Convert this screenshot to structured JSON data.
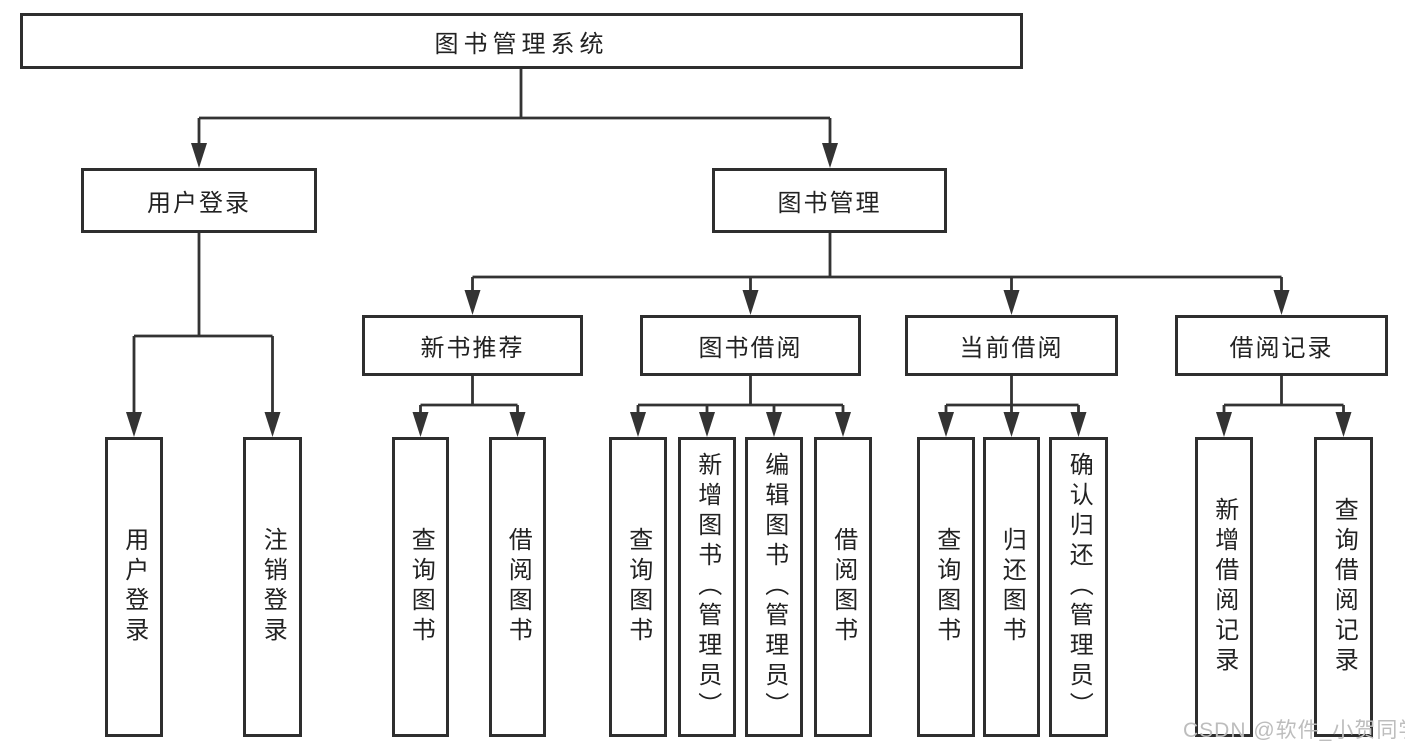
{
  "diagram": {
    "root": {
      "label": "图书管理系统"
    },
    "branches": [
      {
        "label": "用户登录",
        "children": [
          "用户登录",
          "注销登录"
        ]
      },
      {
        "label": "图书管理",
        "sections": [
          {
            "label": "新书推荐",
            "children": [
              "查询图书",
              "借阅图书"
            ]
          },
          {
            "label": "图书借阅",
            "children": [
              "查询图书",
              "新增图书（管理员）",
              "编辑图书（管理员）",
              "借阅图书"
            ]
          },
          {
            "label": "当前借阅",
            "children": [
              "查询图书",
              "归还图书",
              "确认归还（管理员）"
            ]
          },
          {
            "label": "借阅记录",
            "children": [
              "新增借阅记录",
              "查询借阅记录"
            ]
          }
        ]
      }
    ]
  },
  "watermark": {
    "text": "CSDN @软件_小贺同学"
  },
  "colors": {
    "line": "#333333",
    "border": "#2e2e2e",
    "text": "#222222",
    "watermark": "#bdbdbd",
    "background": "#ffffff"
  }
}
